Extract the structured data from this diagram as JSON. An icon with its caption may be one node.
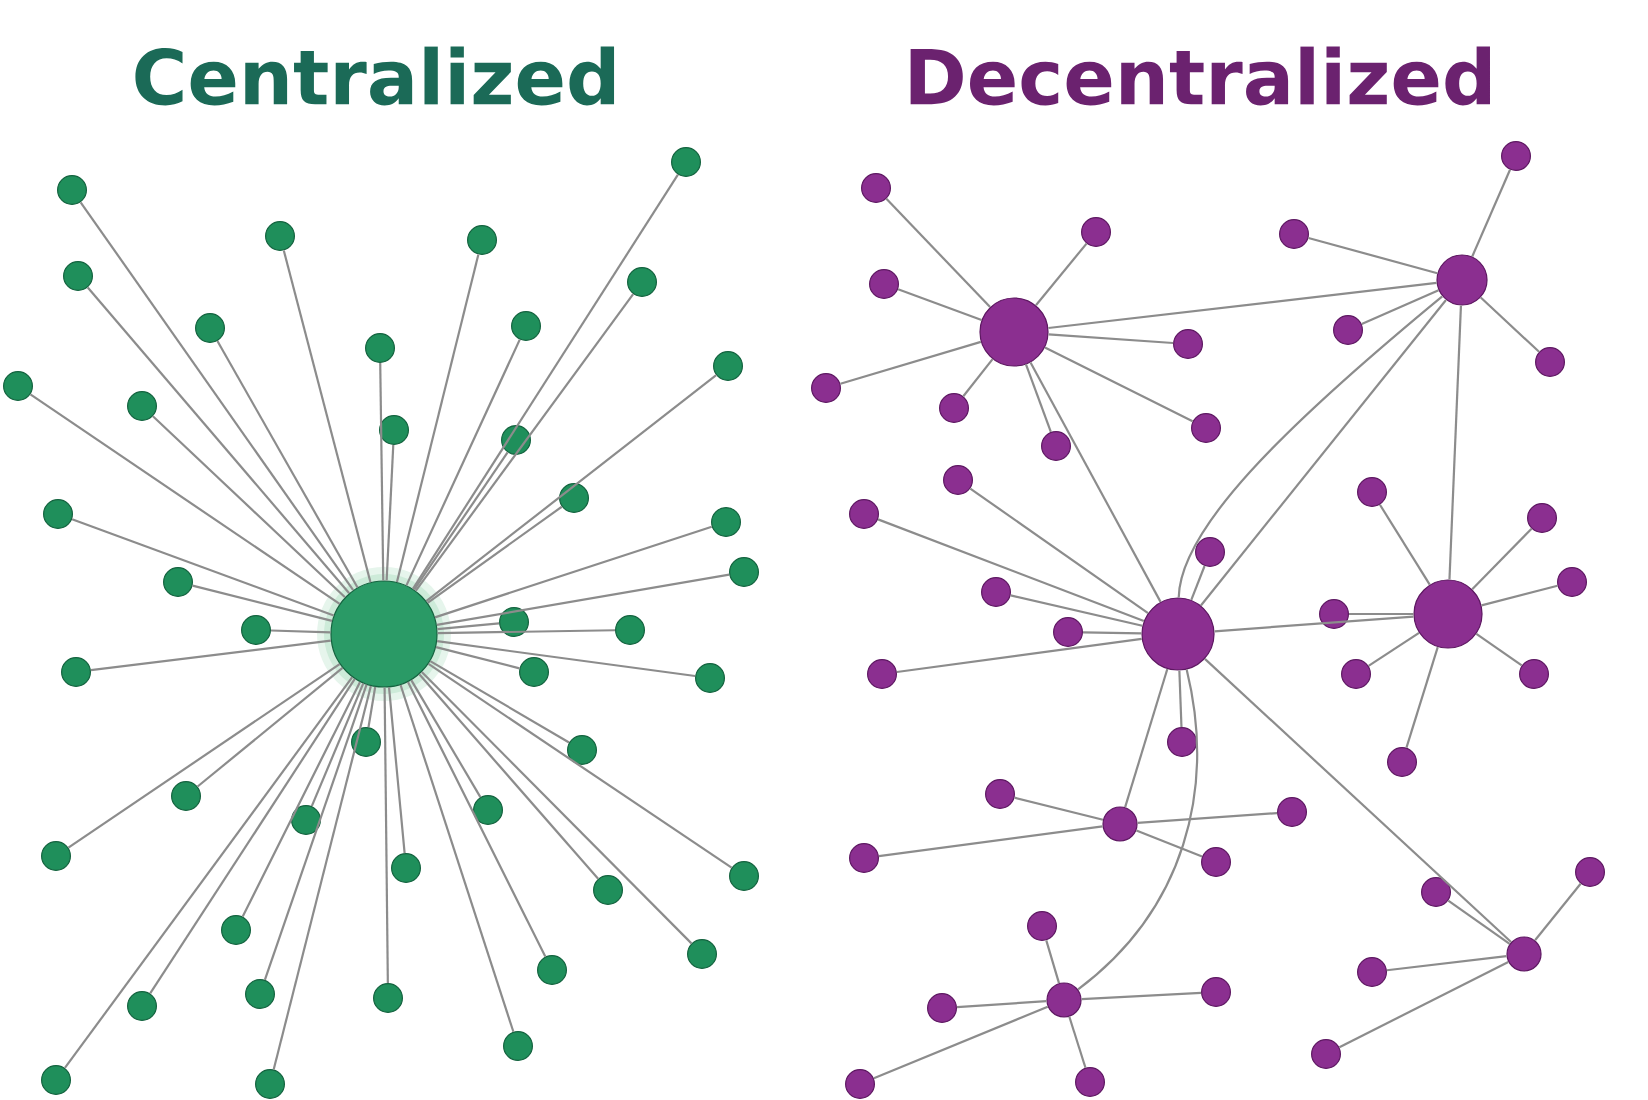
{
  "diagram": {
    "nodes": [
      {
        "text": [],
        "shape": "circle"
      },
      {
        "text": [],
        "shape": "circle"
      },
      {
        "text": [],
        "shape": "circle"
      },
      {
        "text": [],
        "shape": "circle"
      },
      {
        "text": [],
        "shape": "circle"
      },
      {
        "text": [],
        "shape": "circle"
      },
      {
        "text": [],
        "shape": "circle"
      },
      {
        "text": [],
        "shape": "circle"
      },
      {
        "text": [],
        "shape": "circle"
      },
      {
        "text": [],
        "shape": "circle"
      },
      {
        "text": [],
        "shape": "circle"
      },
      {
        "text": [],
        "shape": "circle"
      },
      {
        "text": [],
        "shape": "circle"
      },
      {
        "text": [],
        "shape": "circle"
      },
      {
        "text": [],
        "shape": "circle"
      },
      {
        "text": [],
        "shape": "circle"
      },
      {
        "text": [],
        "shape": "circle"
      },
      {
        "text": [],
        "shape": "circle"
      },
      {
        "text": [],
        "shape": "circle"
      },
      {
        "text": [],
        "shape": "circle"
      },
      {
        "text": [],
        "shape": "circle"
      },
      {
        "text": [],
        "shape": "circle"
      },
      {
        "text": [],
        "shape": "circle"
      },
      {
        "text": [],
        "shape": "circle"
      },
      {
        "text": [],
        "shape": "circle"
      },
      {
        "text": [],
        "shape": "circle"
      },
      {
        "text": [],
        "shape": "circle"
      },
      {
        "text": [],
        "shape": "circle"
      },
      {
        "text": [],
        "shape": "circle"
      },
      {
        "text": [],
        "shape": "circle"
      },
      {
        "text": [],
        "shape": "circle"
      },
      {
        "text": [],
        "shape": "circle"
      },
      {
        "text": [],
        "shape": "circle"
      },
      {
        "text": [],
        "shape": "circle"
      },
      {
        "text": [],
        "shape": "circle"
      },
      {
        "text": [],
        "shape": "circle"
      },
      {
        "text": [],
        "shape": "circle"
      },
      {
        "text": [],
        "shape": "circle"
      },
      {
        "text": [],
        "shape": "circle"
      },
      {
        "text": [],
        "shape": "circle"
      },
      {
        "text": [],
        "shape": "circle"
      },
      {
        "text": [],
        "shape": "circle"
      },
      {
        "text": [],
        "shape": "circle"
      },
      {
        "text": [],
        "shape": "circle"
      },
      {
        "text": [],
        "shape": "circle"
      },
      {
        "text": [],
        "shape": "circle"
      },
      {
        "text": [],
        "shape": "circle"
      },
      {
        "text": [],
        "shape": "circle"
      },
      {
        "text": [],
        "shape": "circle"
      },
      {
        "text": [],
        "shape": "circle"
      },
      {
        "text": [],
        "shape": "circle"
      },
      {
        "text": [],
        "shape": "circle"
      },
      {
        "text": [],
        "shape": "circle"
      },
      {
        "text": [],
        "shape": "circle"
      },
      {
        "text": [],
        "shape": "circle"
      },
      {
        "text": [],
        "shape": "circle"
      },
      {
        "text": [],
        "shape": "circle"
      },
      {
        "text": [],
        "shape": "circle"
      },
      {
        "text": [],
        "shape": "circle"
      },
      {
        "text": [],
        "shape": "circle"
      },
      {
        "text": [],
        "shape": "circle"
      },
      {
        "text": [],
        "shape": "circle"
      },
      {
        "text": [],
        "shape": "circle"
      },
      {
        "text": [],
        "shape": "circle"
      },
      {
        "text": [],
        "shape": "circle"
      },
      {
        "text": [],
        "shape": "circle"
      },
      {
        "text": [],
        "shape": "circle"
      },
      {
        "text": [],
        "shape": "circle"
      },
      {
        "text": [],
        "shape": "circle"
      },
      {
        "text": [],
        "shape": "circle"
      },
      {
        "text": [],
        "shape": "circle"
      },
      {
        "text": [],
        "shape": "circle"
      },
      {
        "text": [],
        "shape": "circle"
      },
      {
        "text": [],
        "shape": "circle"
      },
      {
        "text": [],
        "shape": "circle"
      },
      {
        "text": [],
        "shape": "circle"
      },
      {
        "text": [],
        "shape": "circle"
      },
      {
        "text": [],
        "shape": "circle"
      },
      {
        "text": [],
        "shape": "circle"
      },
      {
        "text": [],
        "shape": "circle"
      },
      {
        "text": [],
        "shape": "circle"
      },
      {
        "text": [],
        "shape": "circle"
      },
      {
        "text": [],
        "shape": "circle"
      },
      {
        "text": [],
        "shape": "circle"
      },
      {
        "text": [],
        "shape": "circle"
      },
      {
        "text": [],
        "shape": "circle"
      },
      {
        "text": [],
        "shape": "circle"
      },
      {
        "text": [],
        "shape": "circle"
      },
      {
        "text": [],
        "shape": "circle"
      },
      {
        "text": [],
        "shape": "circle"
      }
    ],
    "edges": [
      {
        "from": 0,
        "to": 1,
        "arrow": "none"
      },
      {
        "from": 0,
        "to": 2,
        "arrow": "none"
      },
      {
        "from": 0,
        "to": 3,
        "arrow": "none"
      },
      {
        "from": 0,
        "to": 4,
        "arrow": "none"
      },
      {
        "from": 0,
        "to": 5,
        "arrow": "none"
      },
      {
        "from": 0,
        "to": 6,
        "arrow": "none"
      },
      {
        "from": 0,
        "to": 7,
        "arrow": "none"
      },
      {
        "from": 0,
        "to": 8,
        "arrow": "none"
      },
      {
        "from": 0,
        "to": 9,
        "arrow": "none"
      },
      {
        "from": 0,
        "to": 10,
        "arrow": "none"
      },
      {
        "from": 0,
        "to": 11,
        "arrow": "none"
      },
      {
        "from": 0,
        "to": 12,
        "arrow": "none"
      },
      {
        "from": 0,
        "to": 13,
        "arrow": "none"
      },
      {
        "from": 0,
        "to": 14,
        "arrow": "none"
      },
      {
        "from": 0,
        "to": 15,
        "arrow": "none"
      },
      {
        "from": 0,
        "to": 16,
        "arrow": "none"
      },
      {
        "from": 0,
        "to": 17,
        "arrow": "none"
      },
      {
        "from": 0,
        "to": 18,
        "arrow": "none"
      },
      {
        "from": 0,
        "to": 19,
        "arrow": "none"
      },
      {
        "from": 0,
        "to": 20,
        "arrow": "none"
      },
      {
        "from": 0,
        "to": 21,
        "arrow": "none"
      },
      {
        "from": 0,
        "to": 22,
        "arrow": "none"
      },
      {
        "from": 0,
        "to": 23,
        "arrow": "none"
      },
      {
        "from": 0,
        "to": 24,
        "arrow": "none"
      },
      {
        "from": 0,
        "to": 25,
        "arrow": "none"
      },
      {
        "from": 0,
        "to": 26,
        "arrow": "none"
      },
      {
        "from": 0,
        "to": 27,
        "arrow": "none"
      },
      {
        "from": 0,
        "to": 28,
        "arrow": "none"
      },
      {
        "from": 0,
        "to": 29,
        "arrow": "none"
      },
      {
        "from": 0,
        "to": 30,
        "arrow": "none"
      },
      {
        "from": 0,
        "to": 31,
        "arrow": "none"
      },
      {
        "from": 0,
        "to": 32,
        "arrow": "none"
      },
      {
        "from": 0,
        "to": 33,
        "arrow": "none"
      },
      {
        "from": 0,
        "to": 34,
        "arrow": "none"
      },
      {
        "from": 0,
        "to": 35,
        "arrow": "none"
      },
      {
        "from": 0,
        "to": 36,
        "arrow": "none"
      },
      {
        "from": 0,
        "to": 37,
        "arrow": "none"
      },
      {
        "from": 0,
        "to": 38,
        "arrow": "none"
      },
      {
        "from": 0,
        "to": 39,
        "arrow": "none"
      },
      {
        "from": 0,
        "to": 40,
        "arrow": "none"
      },
      {
        "from": 0,
        "to": 41,
        "arrow": "none"
      },
      {
        "from": 0,
        "to": 42,
        "arrow": "none"
      },
      {
        "from": 0,
        "to": 43,
        "arrow": "none"
      },
      {
        "from": 44,
        "to": 51,
        "arrow": "none"
      },
      {
        "from": 44,
        "to": 52,
        "arrow": "none"
      },
      {
        "from": 44,
        "to": 53,
        "arrow": "none"
      },
      {
        "from": 44,
        "to": 54,
        "arrow": "none"
      },
      {
        "from": 44,
        "to": 55,
        "arrow": "none"
      },
      {
        "from": 44,
        "to": 56,
        "arrow": "none"
      },
      {
        "from": 44,
        "to": 57,
        "arrow": "none"
      },
      {
        "from": 44,
        "to": 58,
        "arrow": "none"
      },
      {
        "from": 45,
        "to": 59,
        "arrow": "none"
      },
      {
        "from": 45,
        "to": 60,
        "arrow": "none"
      },
      {
        "from": 45,
        "to": 61,
        "arrow": "none"
      },
      {
        "from": 45,
        "to": 62,
        "arrow": "none"
      },
      {
        "from": 46,
        "to": 63,
        "arrow": "none"
      },
      {
        "from": 46,
        "to": 64,
        "arrow": "none"
      },
      {
        "from": 46,
        "to": 65,
        "arrow": "none"
      },
      {
        "from": 46,
        "to": 66,
        "arrow": "none"
      },
      {
        "from": 46,
        "to": 67,
        "arrow": "none"
      },
      {
        "from": 46,
        "to": 68,
        "arrow": "none"
      },
      {
        "from": 46,
        "to": 69,
        "arrow": "none"
      },
      {
        "from": 47,
        "to": 70,
        "arrow": "none"
      },
      {
        "from": 47,
        "to": 71,
        "arrow": "none"
      },
      {
        "from": 47,
        "to": 72,
        "arrow": "none"
      },
      {
        "from": 47,
        "to": 73,
        "arrow": "none"
      },
      {
        "from": 47,
        "to": 74,
        "arrow": "none"
      },
      {
        "from": 47,
        "to": 75,
        "arrow": "none"
      },
      {
        "from": 47,
        "to": 76,
        "arrow": "none"
      },
      {
        "from": 48,
        "to": 77,
        "arrow": "none"
      },
      {
        "from": 48,
        "to": 78,
        "arrow": "none"
      },
      {
        "from": 48,
        "to": 79,
        "arrow": "none"
      },
      {
        "from": 48,
        "to": 80,
        "arrow": "none"
      },
      {
        "from": 49,
        "to": 81,
        "arrow": "none"
      },
      {
        "from": 49,
        "to": 82,
        "arrow": "none"
      },
      {
        "from": 49,
        "to": 83,
        "arrow": "none"
      },
      {
        "from": 49,
        "to": 84,
        "arrow": "none"
      },
      {
        "from": 50,
        "to": 85,
        "arrow": "none"
      },
      {
        "from": 50,
        "to": 86,
        "arrow": "none"
      },
      {
        "from": 50,
        "to": 87,
        "arrow": "none"
      },
      {
        "from": 50,
        "to": 88,
        "arrow": "none"
      },
      {
        "from": 50,
        "to": 89,
        "arrow": "none"
      },
      {
        "from": 44,
        "to": 45,
        "arrow": "none"
      },
      {
        "from": 44,
        "to": 46,
        "arrow": "none"
      },
      {
        "from": 45,
        "to": 46,
        "arrow": "none"
      },
      {
        "from": 45,
        "to": 46,
        "arrow": "none"
      },
      {
        "from": 45,
        "to": 47,
        "arrow": "none"
      },
      {
        "from": 46,
        "to": 47,
        "arrow": "none"
      },
      {
        "from": 46,
        "to": 48,
        "arrow": "none"
      },
      {
        "from": 46,
        "to": 49,
        "arrow": "none"
      },
      {
        "from": 46,
        "to": 50,
        "arrow": "none"
      }
    ],
    "labels": [
      "Centralized",
      "Decentralized"
    ]
  }
}
